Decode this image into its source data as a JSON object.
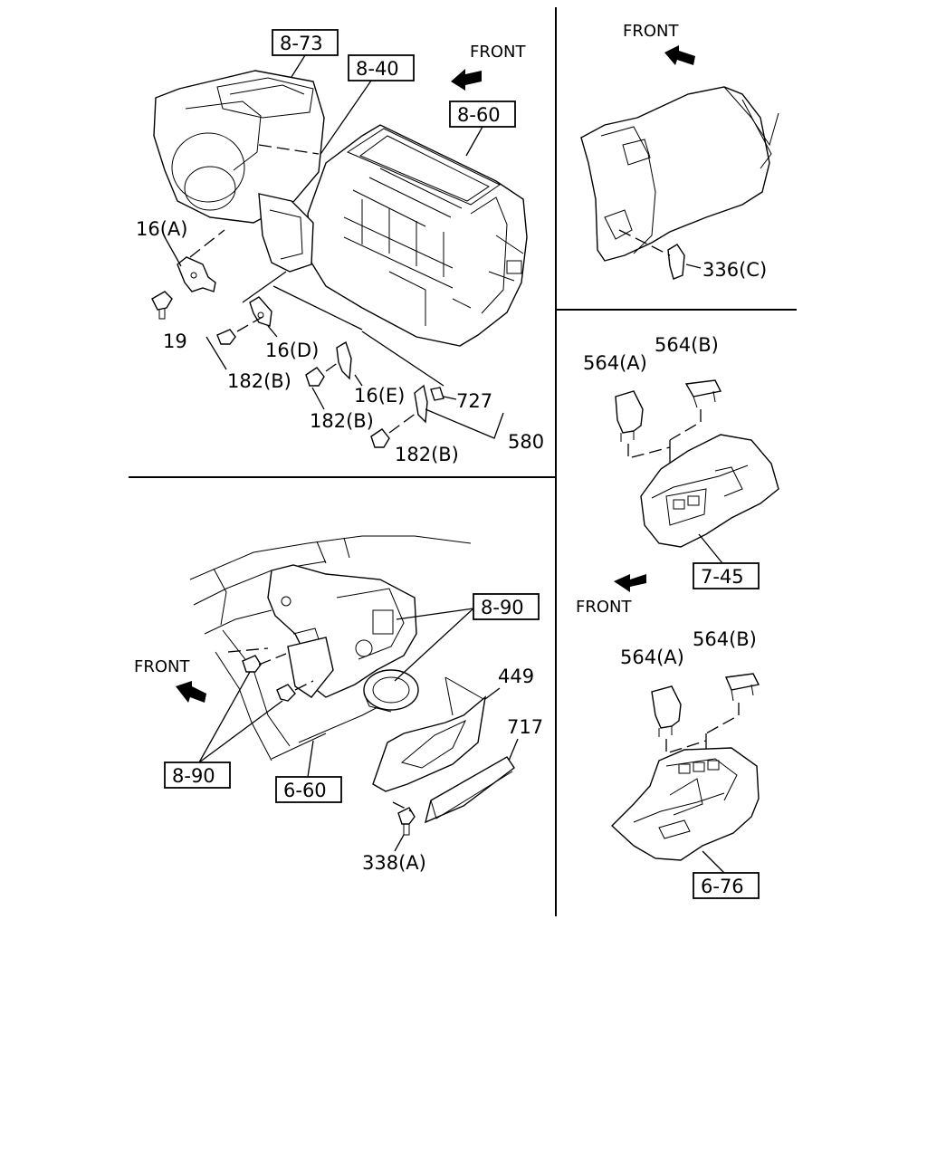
{
  "panels": {
    "heater_unit": {
      "refs": [
        "8-73",
        "8-40",
        "8-60"
      ],
      "front": "FRONT",
      "labels": {
        "p16a": "16(A)",
        "p19": "19",
        "p16d": "16(D)",
        "p182b_1": "182(B)",
        "p16e": "16(E)",
        "p727": "727",
        "p182b_2": "182(B)",
        "p580": "580",
        "p182b_3": "182(B)"
      }
    },
    "dash_side": {
      "front": "FRONT",
      "labels": {
        "p336c": "336(C)"
      }
    },
    "console_upper": {
      "labels": {
        "p564a": "564(A)",
        "p564b": "564(B)"
      },
      "ref": "7-45",
      "front": "FRONT"
    },
    "console_lower": {
      "labels": {
        "p564a": "564(A)",
        "p564b": "564(B)"
      },
      "ref": "6-76"
    },
    "blower_duct": {
      "front": "FRONT",
      "ref_top": "8-90",
      "ref_bottom": "8-90",
      "ref_660": "6-60",
      "labels": {
        "p449": "449",
        "p717": "717",
        "p338a": "338(A)"
      }
    }
  }
}
